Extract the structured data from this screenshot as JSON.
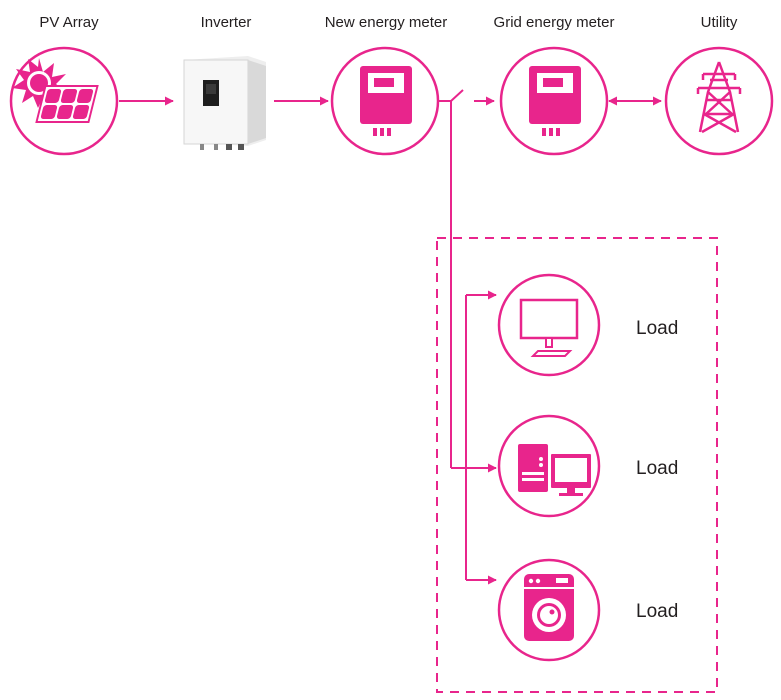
{
  "colors": {
    "accent": "#e8258c",
    "text": "#231f20",
    "device": "#f4f4f4",
    "device_dark": "#1e1e1e"
  },
  "nodes": {
    "pv_array": {
      "label": "PV Array",
      "icon": "solar-panel-icon"
    },
    "inverter": {
      "label": "Inverter",
      "icon": "inverter-icon"
    },
    "new_meter": {
      "label": "New energy meter",
      "icon": "energy-meter-icon"
    },
    "grid_meter": {
      "label": "Grid energy meter",
      "icon": "energy-meter-icon"
    },
    "utility": {
      "label": "Utility",
      "icon": "transmission-tower-icon"
    }
  },
  "loads": [
    {
      "label": "Load",
      "icon": "monitor-icon"
    },
    {
      "label": "Load",
      "icon": "desktop-computer-icon"
    },
    {
      "label": "Load",
      "icon": "washing-machine-icon"
    }
  ]
}
